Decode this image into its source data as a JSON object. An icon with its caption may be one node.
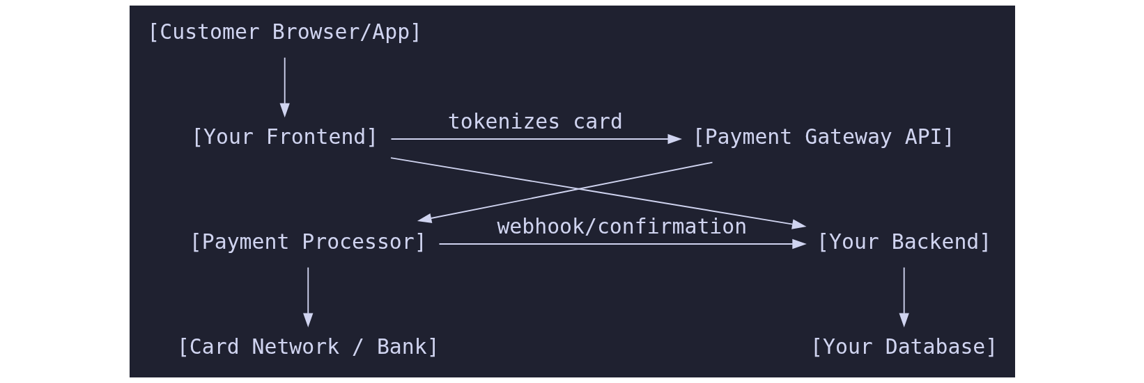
{
  "diagram": {
    "nodes": [
      {
        "text": [
          "[Customer Browser/App]"
        ]
      },
      {
        "text": [
          "[Your Frontend]"
        ]
      },
      {
        "text": [
          "[Payment Gateway API]"
        ]
      },
      {
        "text": [
          "[Your Backend]"
        ]
      },
      {
        "text": [
          "[Payment Processor]"
        ]
      },
      {
        "text": [
          "[Your Database]"
        ]
      },
      {
        "text": [
          "[Card Network / Bank]"
        ]
      }
    ],
    "edges": [
      {
        "from": 0,
        "to": 1,
        "arrow": "to"
      },
      {
        "from": 1,
        "to": 2,
        "arrow": "to",
        "label": "tokenizes card"
      },
      {
        "from": 1,
        "to": 3,
        "arrow": "to"
      },
      {
        "from": 2,
        "to": 4,
        "arrow": "to"
      },
      {
        "from": 4,
        "to": 3,
        "arrow": "to",
        "label": "webhook/confirmation"
      },
      {
        "from": 3,
        "to": 5,
        "arrow": "to"
      },
      {
        "from": 4,
        "to": 6,
        "arrow": "to"
      }
    ]
  }
}
